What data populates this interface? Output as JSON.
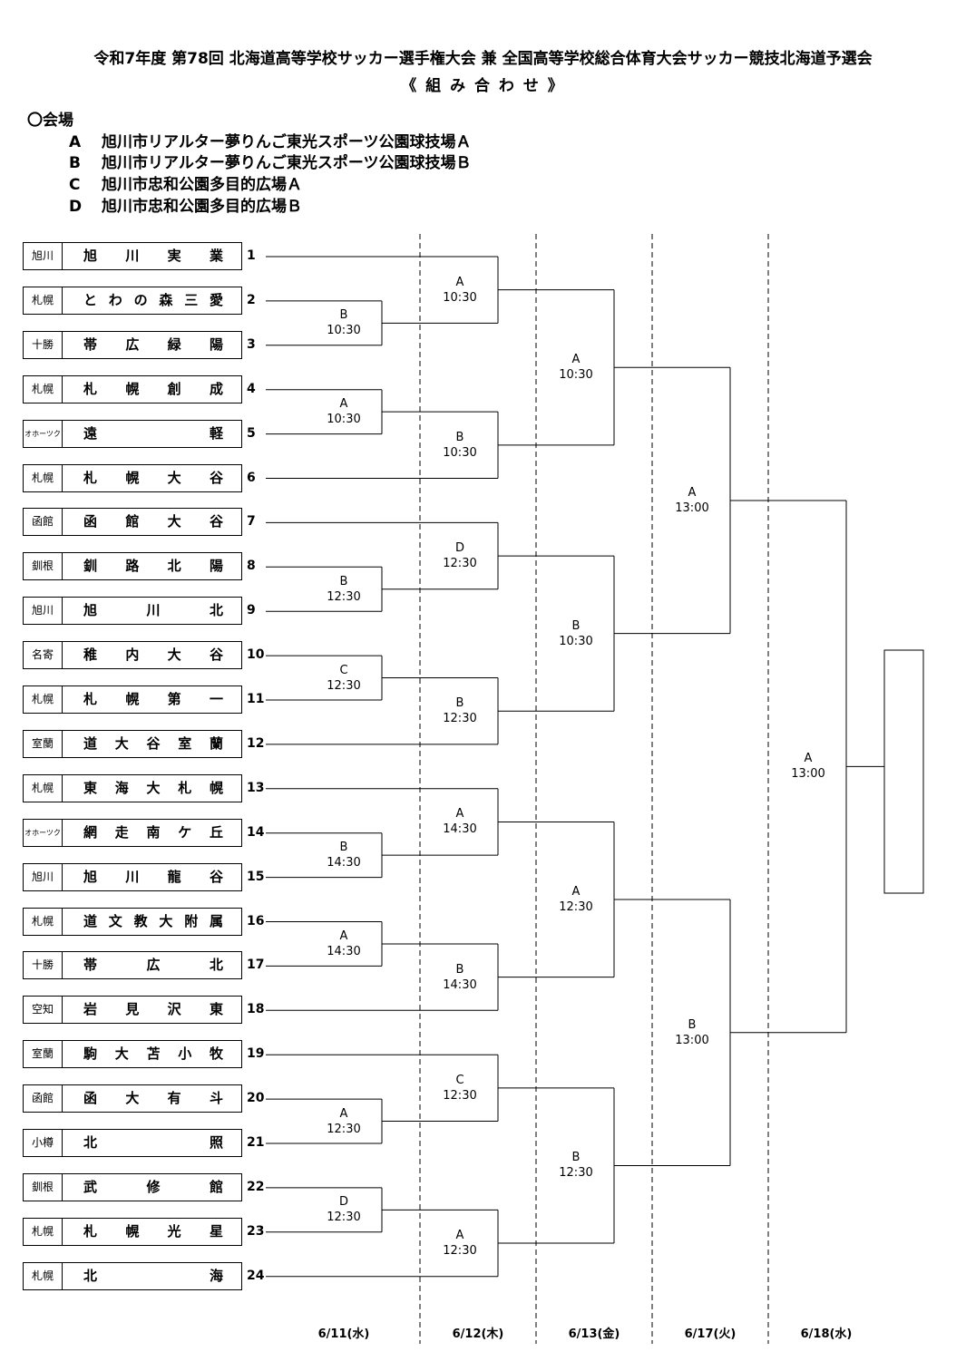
{
  "title": {
    "line1": "令和7年度 第78回 北海道高等学校サッカー選手権大会 兼 全国高等学校総合体育大会サッカー競技北海道予選会",
    "line2": "《 組 み 合 わ せ 》"
  },
  "venues": {
    "heading": "〇会場",
    "items": [
      {
        "code": "A",
        "name": "旭川市リアルター夢りんご東光スポーツ公園球技場Ａ"
      },
      {
        "code": "B",
        "name": "旭川市リアルター夢りんご東光スポーツ公園球技場Ｂ"
      },
      {
        "code": "C",
        "name": "旭川市忠和公園多目的広場Ａ"
      },
      {
        "code": "D",
        "name": "旭川市忠和公園多目的広場Ｂ"
      }
    ]
  },
  "teams": [
    {
      "seed": "1",
      "region": "旭川",
      "name": "旭川実業"
    },
    {
      "seed": "2",
      "region": "札幌",
      "name": "とわの森三愛"
    },
    {
      "seed": "3",
      "region": "十勝",
      "name": "帯広緑陽"
    },
    {
      "seed": "4",
      "region": "札幌",
      "name": "札幌創成"
    },
    {
      "seed": "5",
      "region": "オホーツク",
      "name": "遠軽"
    },
    {
      "seed": "6",
      "region": "札幌",
      "name": "札幌大谷"
    },
    {
      "seed": "7",
      "region": "函館",
      "name": "函館大谷"
    },
    {
      "seed": "8",
      "region": "釧根",
      "name": "釧路北陽"
    },
    {
      "seed": "9",
      "region": "旭川",
      "name": "旭川北"
    },
    {
      "seed": "10",
      "region": "名寄",
      "name": "稚内大谷"
    },
    {
      "seed": "11",
      "region": "札幌",
      "name": "札幌第一"
    },
    {
      "seed": "12",
      "region": "室蘭",
      "name": "道大谷室蘭"
    },
    {
      "seed": "13",
      "region": "札幌",
      "name": "東海大札幌"
    },
    {
      "seed": "14",
      "region": "オホーツク",
      "name": "網走南ケ丘"
    },
    {
      "seed": "15",
      "region": "旭川",
      "name": "旭川龍谷"
    },
    {
      "seed": "16",
      "region": "札幌",
      "name": "道文教大附属"
    },
    {
      "seed": "17",
      "region": "十勝",
      "name": "帯広北"
    },
    {
      "seed": "18",
      "region": "空知",
      "name": "岩見沢東"
    },
    {
      "seed": "19",
      "region": "室蘭",
      "name": "駒大苫小牧"
    },
    {
      "seed": "20",
      "region": "函館",
      "name": "函大有斗"
    },
    {
      "seed": "21",
      "region": "小樽",
      "name": "北照"
    },
    {
      "seed": "22",
      "region": "釧根",
      "name": "武修館"
    },
    {
      "seed": "23",
      "region": "札幌",
      "name": "札幌光星"
    },
    {
      "seed": "24",
      "region": "札幌",
      "name": "北海"
    }
  ],
  "matches": {
    "r1": [
      {
        "venue": "B",
        "time": "10:30"
      },
      {
        "venue": "A",
        "time": "10:30"
      },
      {
        "venue": "B",
        "time": "12:30"
      },
      {
        "venue": "C",
        "time": "12:30"
      },
      {
        "venue": "B",
        "time": "14:30"
      },
      {
        "venue": "A",
        "time": "14:30"
      },
      {
        "venue": "A",
        "time": "12:30"
      },
      {
        "venue": "D",
        "time": "12:30"
      }
    ],
    "r2": [
      {
        "venue": "A",
        "time": "10:30"
      },
      {
        "venue": "B",
        "time": "10:30"
      },
      {
        "venue": "D",
        "time": "12:30"
      },
      {
        "venue": "B",
        "time": "12:30"
      },
      {
        "venue": "A",
        "time": "14:30"
      },
      {
        "venue": "B",
        "time": "14:30"
      },
      {
        "venue": "C",
        "time": "12:30"
      },
      {
        "venue": "A",
        "time": "12:30"
      }
    ],
    "r3": [
      {
        "venue": "A",
        "time": "10:30"
      },
      {
        "venue": "B",
        "time": "10:30"
      },
      {
        "venue": "A",
        "time": "12:30"
      },
      {
        "venue": "B",
        "time": "12:30"
      }
    ],
    "sf": [
      {
        "venue": "A",
        "time": "13:00"
      },
      {
        "venue": "B",
        "time": "13:00"
      }
    ],
    "final": {
      "venue": "A",
      "time": "13:00"
    }
  },
  "dates": [
    "6/11(水)",
    "6/12(木)",
    "6/13(金)",
    "6/17(火)",
    "6/18(水)"
  ]
}
